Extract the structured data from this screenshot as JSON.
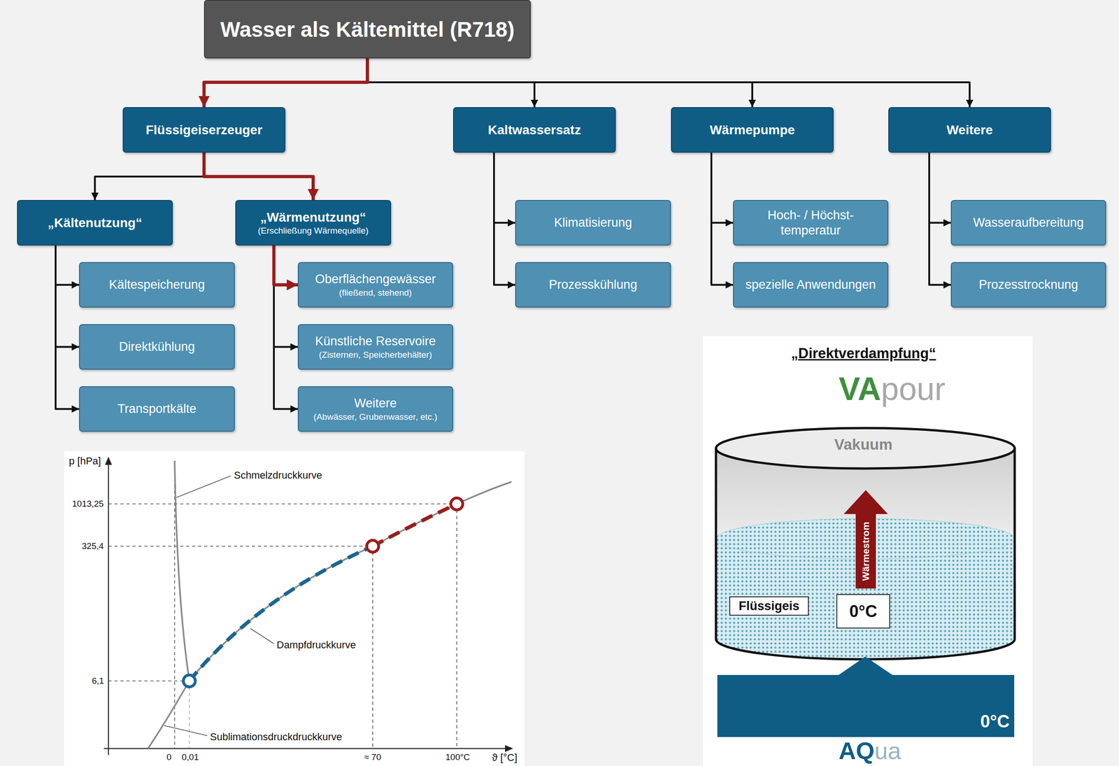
{
  "diagram": {
    "nodes": [
      {
        "text": [
          "Wasser als Kältemittel (R718)"
        ]
      },
      {
        "text": [
          "Flüssigeiserzeuger"
        ]
      },
      {
        "text": [
          "Kaltwassersatz"
        ]
      },
      {
        "text": [
          "Wärmepumpe"
        ]
      },
      {
        "text": [
          "Weitere"
        ]
      },
      {
        "text": [
          "„Kältenutzung“"
        ]
      },
      {
        "text": [
          "„Wärmenutzung“",
          "(Erschließung Wärmequelle)"
        ]
      },
      {
        "text": [
          "Kältespeicherung"
        ]
      },
      {
        "text": [
          "Direktkühlung"
        ]
      },
      {
        "text": [
          "Transportkälte"
        ]
      },
      {
        "text": [
          "Oberflächengewässer",
          "(fließend, stehend)"
        ]
      },
      {
        "text": [
          "Künstliche Reservoire",
          "(Zisternen, Speicherbehälter)"
        ]
      },
      {
        "text": [
          "Weitere",
          "(Abwässer, Grubenwasser, etc.)"
        ]
      },
      {
        "text": [
          "Klimatisierung"
        ]
      },
      {
        "text": [
          "Prozesskühlung"
        ]
      },
      {
        "text": [
          "Hoch- / Höchst- temperatur"
        ]
      },
      {
        "text": [
          "spezielle Anwendungen"
        ]
      },
      {
        "text": [
          "Wasseraufbereitung"
        ]
      },
      {
        "text": [
          "Prozesstrocknung"
        ]
      },
      {
        "text": [
          "Flüssigeis"
        ]
      },
      {
        "text": [
          "0°C"
        ]
      },
      {
        "text": [
          "0°C"
        ]
      }
    ],
    "edges": [
      {
        "from": 0,
        "to": 1,
        "arrow": "to"
      },
      {
        "from": 0,
        "to": 2,
        "arrow": "to"
      },
      {
        "from": 0,
        "to": 3,
        "arrow": "to"
      },
      {
        "from": 0,
        "to": 4,
        "arrow": "to"
      },
      {
        "from": 1,
        "to": 5,
        "arrow": "to"
      },
      {
        "from": 1,
        "to": 6,
        "arrow": "to"
      },
      {
        "from": 5,
        "to": 7,
        "arrow": "to"
      },
      {
        "from": 5,
        "to": 8,
        "arrow": "to"
      },
      {
        "from": 5,
        "to": 9,
        "arrow": "to"
      },
      {
        "from": 6,
        "to": 10,
        "arrow": "to"
      },
      {
        "from": 6,
        "to": 11,
        "arrow": "to"
      },
      {
        "from": 6,
        "to": 12,
        "arrow": "to"
      },
      {
        "from": 2,
        "to": 13,
        "arrow": "to"
      },
      {
        "from": 2,
        "to": 14,
        "arrow": "to"
      },
      {
        "from": 3,
        "to": 15,
        "arrow": "to"
      },
      {
        "from": 3,
        "to": 16,
        "arrow": "to"
      },
      {
        "from": 4,
        "to": 17,
        "arrow": "to"
      },
      {
        "from": 4,
        "to": 18,
        "arrow": "to"
      }
    ],
    "labels": [
      "„Direktverdampfung“",
      "VA",
      "pour",
      "Vakuum",
      "Wärmestrom",
      "AQ",
      "ua",
      "p [hPa]",
      "1013,25",
      "325,4",
      "6,1",
      "0",
      "0,01",
      "≈ 70",
      "100°C",
      "ϑ [°C]",
      "Schmelzdruckkurve",
      "Dampfdruckkurve",
      "Sublimationsdruckdruckkurve"
    ]
  }
}
